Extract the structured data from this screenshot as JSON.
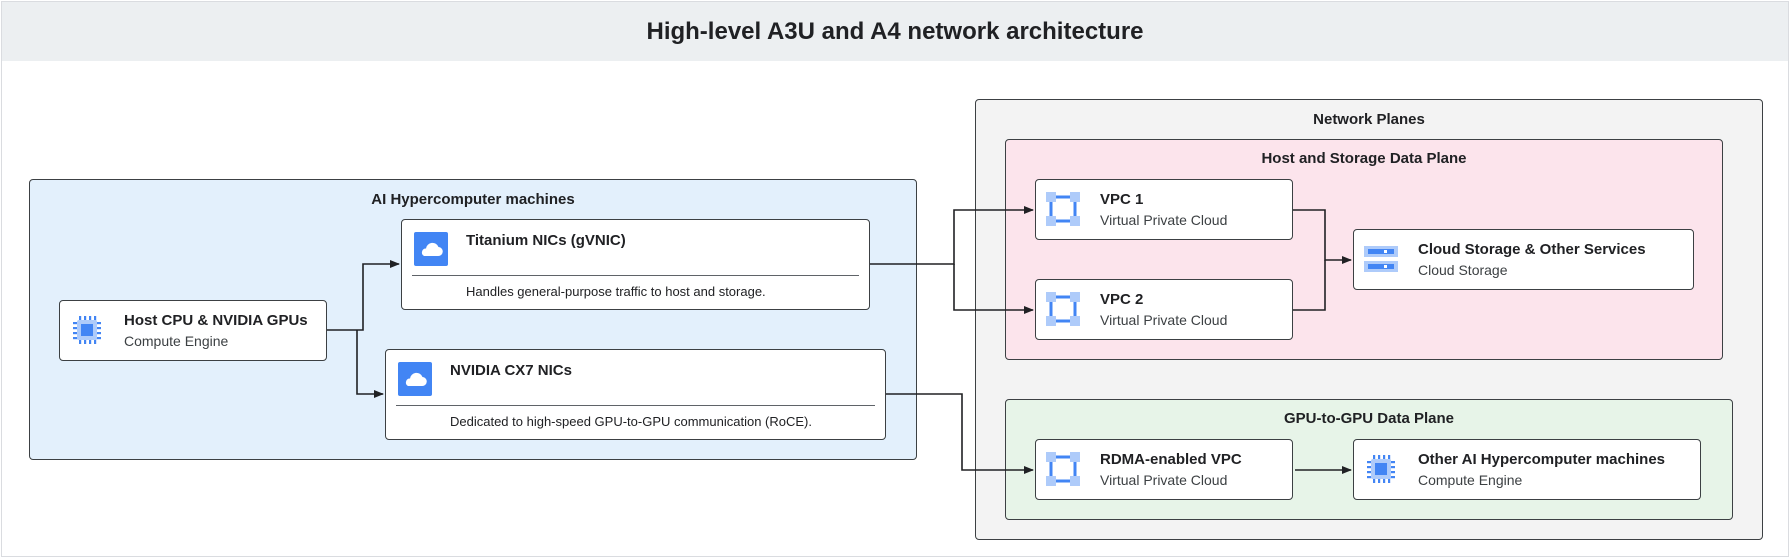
{
  "title": "High-level A3U and A4 network architecture",
  "colors": {
    "blue_group": "#e3f0fc",
    "network_planes": "#f3f3f3",
    "pink_plane": "#fce4ec",
    "green_plane": "#e7f4e8",
    "icon_blue": "#4285f4",
    "icon_light_blue": "#aecbfa",
    "line": "#202124"
  },
  "ai_group": {
    "title": "AI Hypercomputer machines",
    "host": {
      "title": "Host CPU & NVIDIA GPUs",
      "subtitle": "Compute Engine",
      "icon": "chip-icon"
    },
    "titanium": {
      "title": "Titanium NICs (gVNIC)",
      "description": "Handles general-purpose traffic to host and storage.",
      "icon": "cloud-icon"
    },
    "cx7": {
      "title": "NVIDIA CX7 NICs",
      "description": "Dedicated to high-speed GPU-to-GPU communication (RoCE).",
      "icon": "cloud-icon"
    }
  },
  "network_planes": {
    "title": "Network Planes",
    "host_storage": {
      "title": "Host and Storage Data Plane",
      "vpc1": {
        "title": "VPC 1",
        "subtitle": "Virtual Private Cloud",
        "icon": "vpc-icon"
      },
      "vpc2": {
        "title": "VPC 2",
        "subtitle": "Virtual Private Cloud",
        "icon": "vpc-icon"
      },
      "storage": {
        "title": "Cloud Storage & Other Services",
        "subtitle": "Cloud Storage",
        "icon": "storage-icon"
      }
    },
    "gpu_plane": {
      "title": "GPU-to-GPU Data Plane",
      "rdma": {
        "title": "RDMA-enabled VPC",
        "subtitle": "Virtual Private Cloud",
        "icon": "vpc-icon"
      },
      "other": {
        "title": "Other AI Hypercomputer machines",
        "subtitle": "Compute Engine",
        "icon": "chip-icon"
      }
    }
  }
}
